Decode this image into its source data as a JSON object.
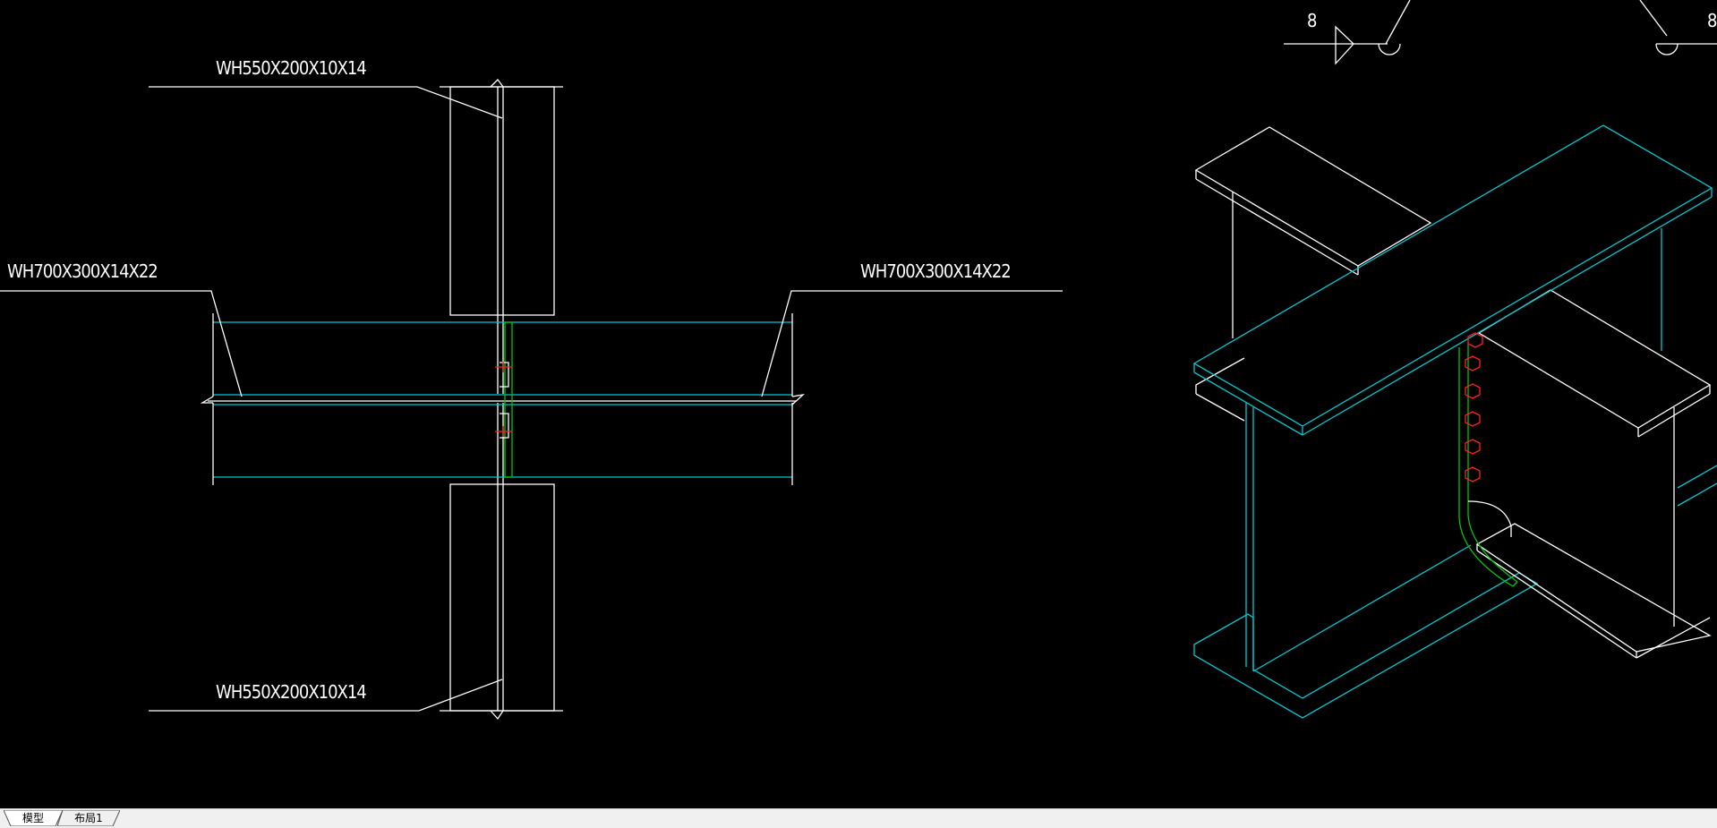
{
  "drawing": {
    "labels": {
      "column_top": "WH550X200X10X14",
      "column_bottom": "WH550X200X10X14",
      "beam_left": "WH700X300X14X22",
      "beam_right": "WH700X300X14X22",
      "weld_symbol_number": "8",
      "weld_symbol_number_right": "8"
    },
    "colors": {
      "background": "#000000",
      "line_white": "#ffffff",
      "line_cyan": "#00c8d2",
      "line_green": "#00c800",
      "line_red": "#ff0000"
    },
    "icons": [
      "weld-symbol-icon",
      "bolt-icon"
    ]
  },
  "tabs": [
    {
      "label": "模型",
      "active": true
    },
    {
      "label": "布局1",
      "active": false
    }
  ]
}
